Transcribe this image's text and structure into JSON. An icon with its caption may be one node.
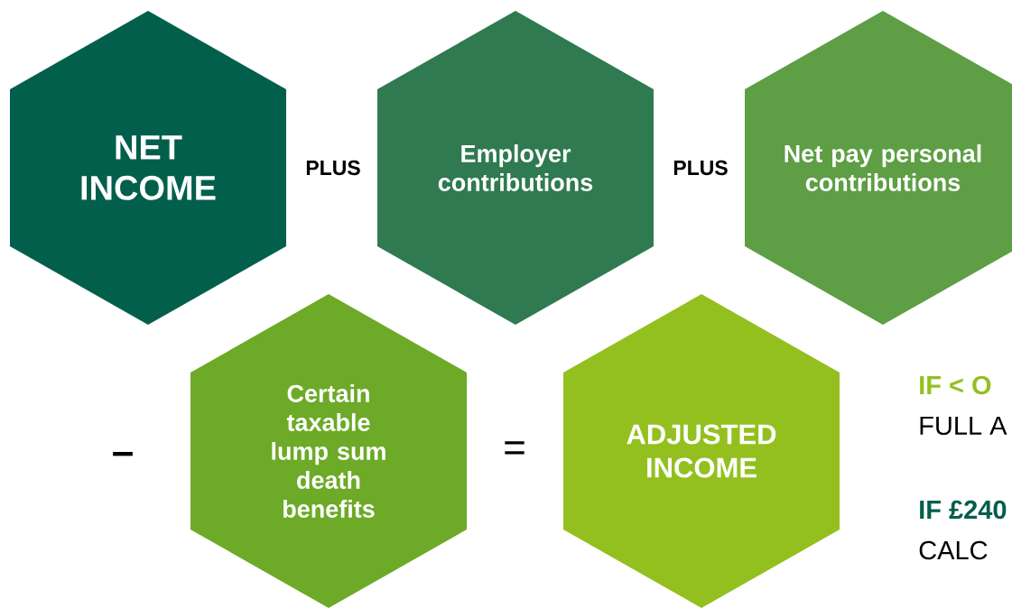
{
  "diagram": {
    "nodes": [
      {
        "text": [
          "NET INCOME"
        ]
      },
      {
        "text": [
          "Employer contributions"
        ]
      },
      {
        "text": [
          "Net pay personal contributions"
        ]
      },
      {
        "text": [
          "Certain taxable lump sum death benefits"
        ]
      },
      {
        "text": [
          "ADJUSTED INCOME"
        ]
      }
    ],
    "labels": [
      "PLUS",
      "PLUS",
      "–",
      "=",
      "IF < O",
      "FULL A",
      "IF £240",
      "CALC"
    ]
  }
}
